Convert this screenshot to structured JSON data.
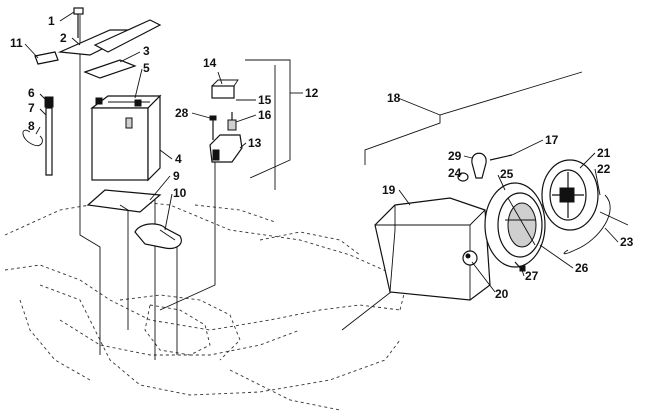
{
  "diagram": {
    "callouts": [
      "1",
      "2",
      "3",
      "4",
      "5",
      "6",
      "7",
      "8",
      "9",
      "10",
      "11",
      "12",
      "13",
      "14",
      "15",
      "16",
      "17",
      "18",
      "19",
      "20",
      "21",
      "22",
      "23",
      "24",
      "25",
      "26",
      "27",
      "28",
      "29"
    ]
  }
}
